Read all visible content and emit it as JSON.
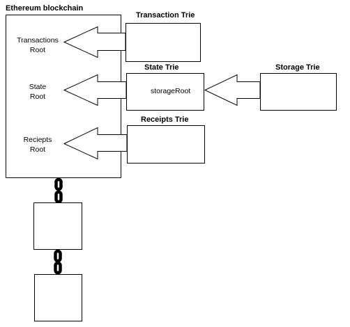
{
  "main_block": {
    "title": "Ethereum blockchain",
    "roots": [
      {
        "line1": "Transactions",
        "line2": "Root"
      },
      {
        "line1": "State",
        "line2": "Root"
      },
      {
        "line1": "Reciepts",
        "line2": "Root"
      }
    ]
  },
  "tries": {
    "transaction": {
      "title": "Transaction Trie"
    },
    "state": {
      "title": "State Trie",
      "label": "storageRoot"
    },
    "receipts": {
      "title": "Receipts Trie"
    },
    "storage": {
      "title": "Storage Trie"
    }
  },
  "chain": {
    "block_count": 2
  }
}
